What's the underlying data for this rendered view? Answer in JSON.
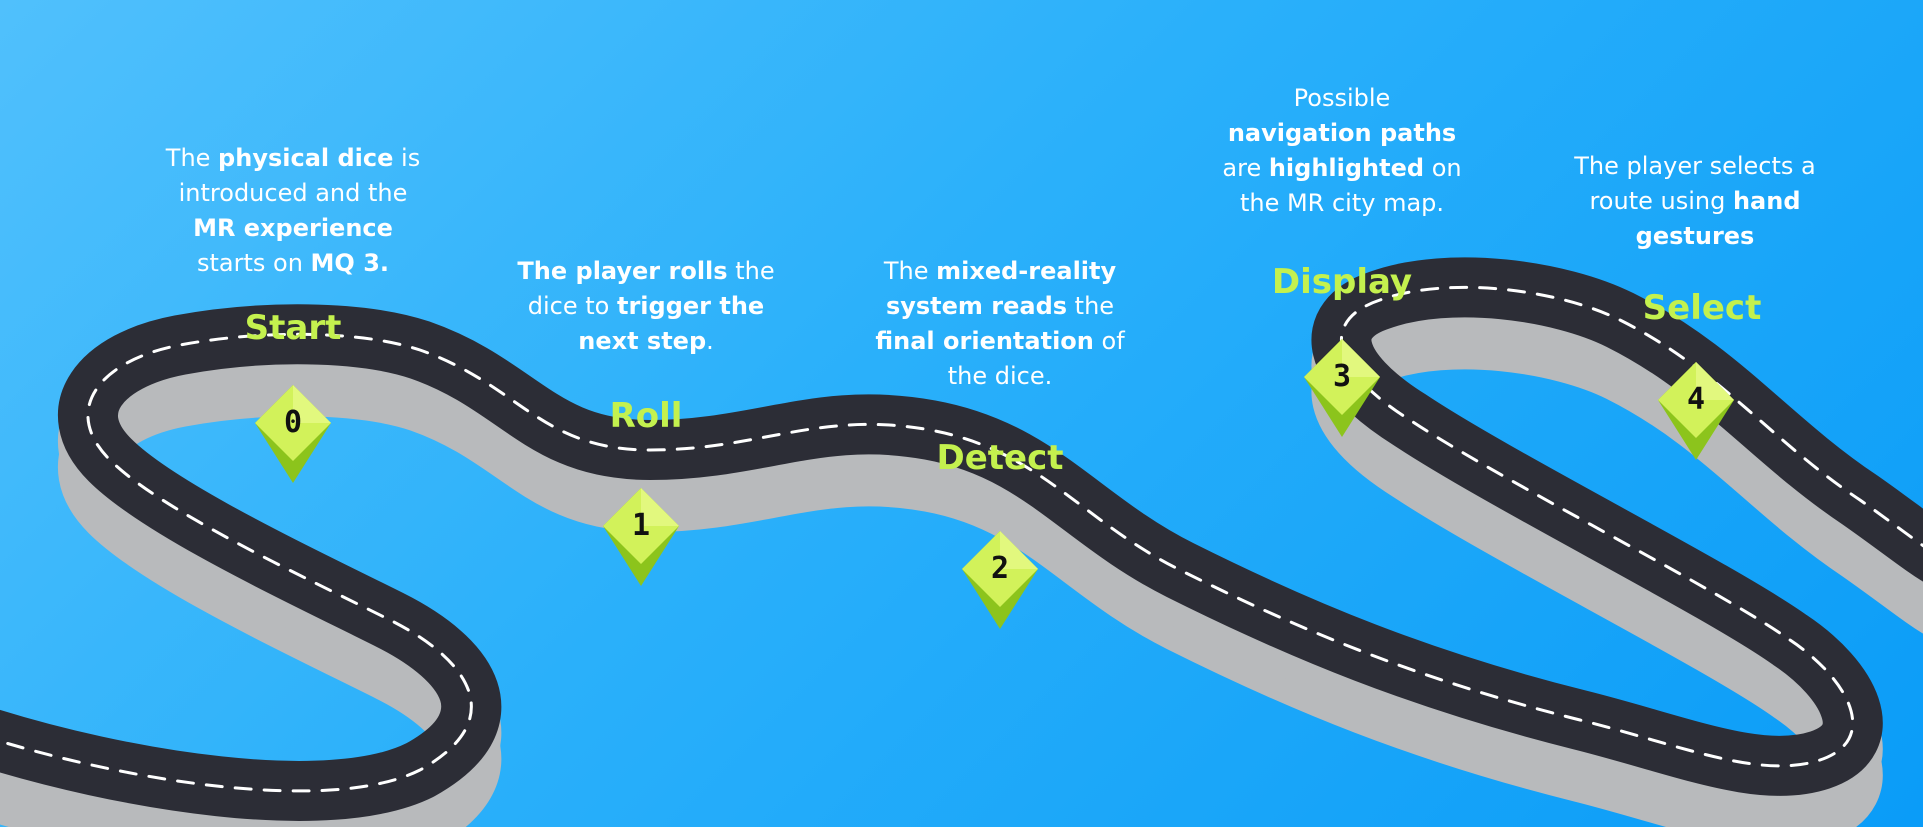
{
  "colors": {
    "title": "#c4f14e",
    "marker_light": "#d2f25a",
    "marker_dark": "#8cc41c",
    "road": "#2c2d36",
    "road_side": "#b8babc",
    "dash": "#ffffff"
  },
  "steps": [
    {
      "number": "0",
      "title": "Start",
      "desc": [
        [
          {
            "t": "The ",
            "b": false
          },
          {
            "t": "physical dice",
            "b": true
          },
          {
            "t": " is",
            "b": false
          }
        ],
        [
          {
            "t": "introduced and the",
            "b": false
          }
        ],
        [
          {
            "t": "MR experience",
            "b": true
          }
        ],
        [
          {
            "t": "starts on ",
            "b": false
          },
          {
            "t": "MQ 3.",
            "b": true
          }
        ]
      ]
    },
    {
      "number": "1",
      "title": "Roll",
      "desc": [
        [
          {
            "t": "The player rolls",
            "b": true
          },
          {
            "t": " the",
            "b": false
          }
        ],
        [
          {
            "t": "dice to ",
            "b": false
          },
          {
            "t": "trigger the",
            "b": true
          }
        ],
        [
          {
            "t": "next step",
            "b": true
          },
          {
            "t": ".",
            "b": false
          }
        ]
      ]
    },
    {
      "number": "2",
      "title": "Detect",
      "desc": [
        [
          {
            "t": "The ",
            "b": false
          },
          {
            "t": "mixed-reality",
            "b": true
          }
        ],
        [
          {
            "t": "system reads",
            "b": true
          },
          {
            "t": " the",
            "b": false
          }
        ],
        [
          {
            "t": "final orientation",
            "b": true
          },
          {
            "t": " of",
            "b": false
          }
        ],
        [
          {
            "t": "the dice.",
            "b": false
          }
        ]
      ]
    },
    {
      "number": "3",
      "title": "Display",
      "desc": [
        [
          {
            "t": "Possible",
            "b": false
          }
        ],
        [
          {
            "t": "navigation paths",
            "b": true
          }
        ],
        [
          {
            "t": "are ",
            "b": false
          },
          {
            "t": "highlighted",
            "b": true
          },
          {
            "t": " on",
            "b": false
          }
        ],
        [
          {
            "t": "the MR city map.",
            "b": false
          }
        ]
      ]
    },
    {
      "number": "4",
      "title": "Select",
      "desc": [
        [
          {
            "t": "The player selects a",
            "b": false
          }
        ],
        [
          {
            "t": "route using ",
            "b": false
          },
          {
            "t": "hand",
            "b": true
          }
        ],
        [
          {
            "t": "gestures",
            "b": true
          }
        ]
      ]
    }
  ]
}
